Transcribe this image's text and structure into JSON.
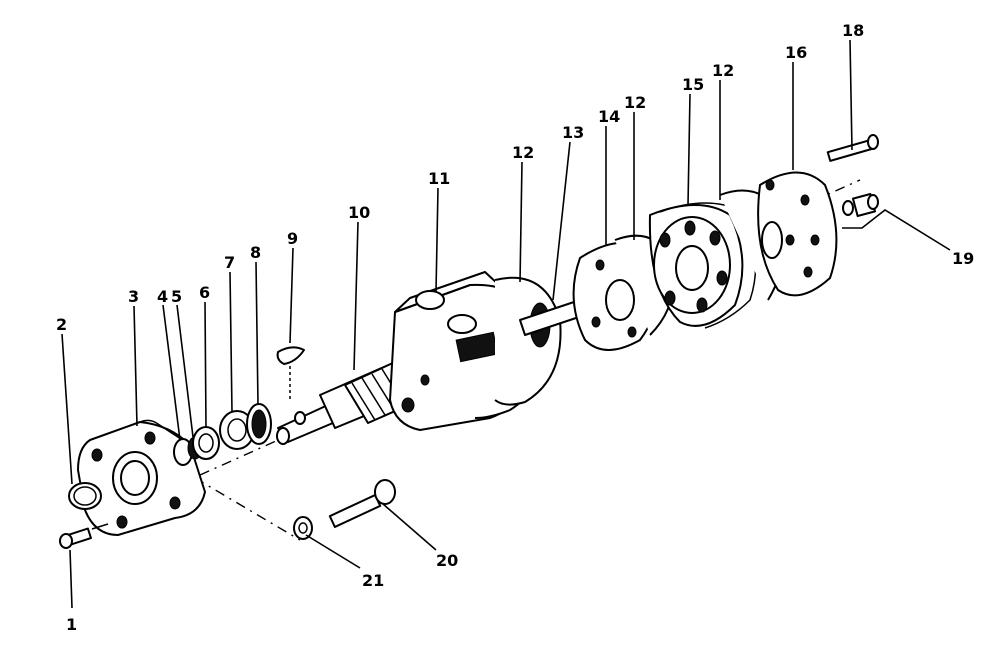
{
  "callouts": [
    {
      "id": "c1",
      "label": "1"
    },
    {
      "id": "c2",
      "label": "2"
    },
    {
      "id": "c3",
      "label": "3"
    },
    {
      "id": "c4",
      "label": "4"
    },
    {
      "id": "c5",
      "label": "5"
    },
    {
      "id": "c6",
      "label": "6"
    },
    {
      "id": "c7",
      "label": "7"
    },
    {
      "id": "c8",
      "label": "8"
    },
    {
      "id": "c9",
      "label": "9"
    },
    {
      "id": "c10",
      "label": "10"
    },
    {
      "id": "c11",
      "label": "11"
    },
    {
      "id": "c12a",
      "label": "12"
    },
    {
      "id": "c12b",
      "label": "12"
    },
    {
      "id": "c12c",
      "label": "12"
    },
    {
      "id": "c13",
      "label": "13"
    },
    {
      "id": "c14",
      "label": "14"
    },
    {
      "id": "c15",
      "label": "15"
    },
    {
      "id": "c16",
      "label": "16"
    },
    {
      "id": "c18",
      "label": "18"
    },
    {
      "id": "c19",
      "label": "19"
    },
    {
      "id": "c20",
      "label": "20"
    },
    {
      "id": "c21",
      "label": "21"
    }
  ]
}
